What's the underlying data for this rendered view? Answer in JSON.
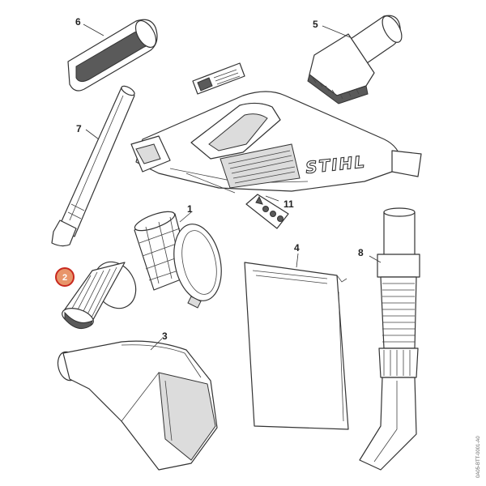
{
  "brand_text": "STIHL",
  "drawing_code": "0A05-BTT-0001-A0",
  "colors": {
    "highlight": "#e8956a",
    "highlight_ring": "#c8281e",
    "line": "#333333"
  },
  "parts": [
    {
      "id": "1",
      "label": "1"
    },
    {
      "id": "2",
      "label": "2",
      "highlighted": true
    },
    {
      "id": "3",
      "label": "3"
    },
    {
      "id": "4",
      "label": "4"
    },
    {
      "id": "5",
      "label": "5"
    },
    {
      "id": "6",
      "label": "6"
    },
    {
      "id": "7",
      "label": "7"
    },
    {
      "id": "8",
      "label": "8"
    },
    {
      "id": "11",
      "label": "11"
    }
  ]
}
